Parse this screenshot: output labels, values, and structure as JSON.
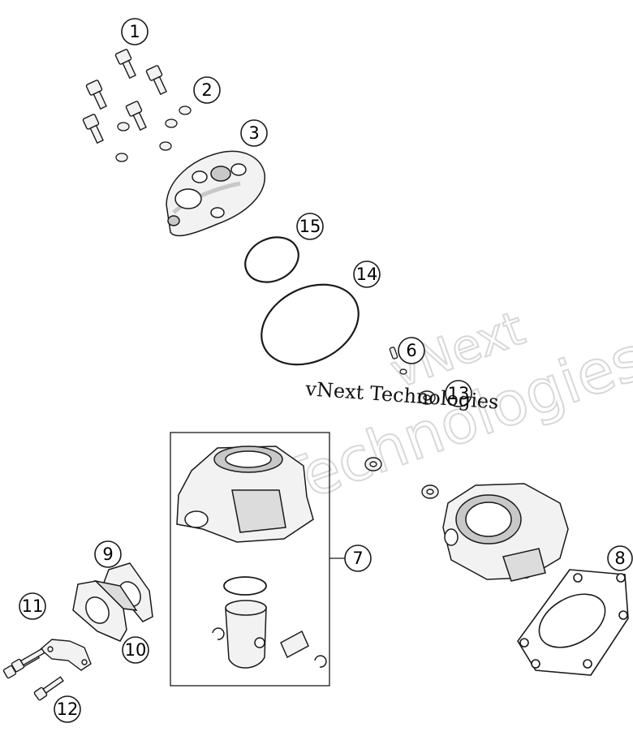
{
  "diagram": {
    "callouts": {
      "c1": "1",
      "c2": "2",
      "c3": "3",
      "c6": "6",
      "c7": "7",
      "c8": "8",
      "c9": "9",
      "c10": "10",
      "c11": "11",
      "c12": "12",
      "c13": "13",
      "c14": "14",
      "c15": "15"
    },
    "watermark": {
      "line1": "vNext",
      "line2": "Technologies",
      "overlay": "vNext Technologies"
    },
    "colors": {
      "line": "#1a1a1a",
      "part_fill": "#f2f2f2",
      "shade": "#c8c8c8",
      "watermark": "#dcdcdc"
    }
  }
}
